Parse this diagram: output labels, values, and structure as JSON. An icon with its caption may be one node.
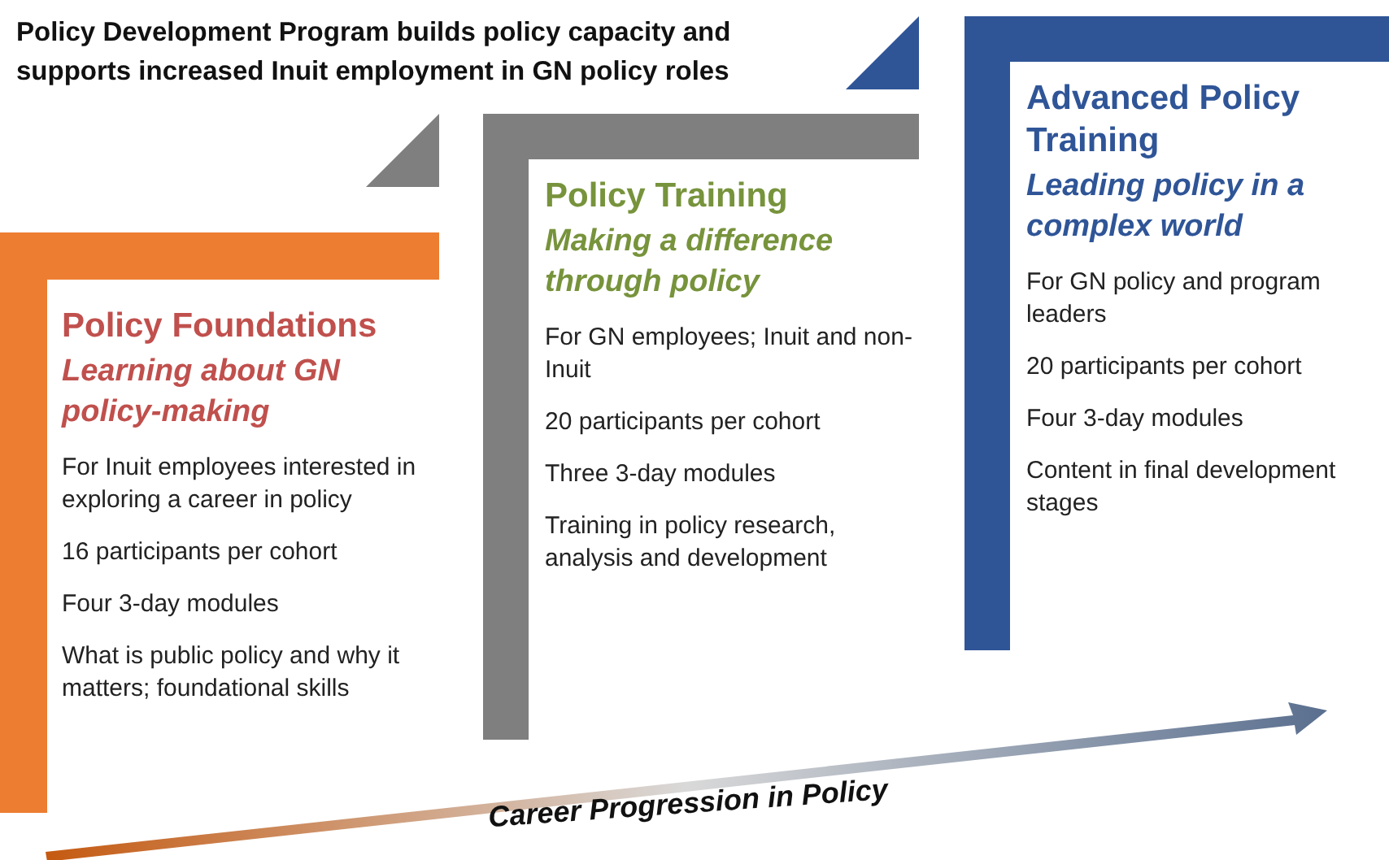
{
  "diagram": {
    "title": "Policy Development Program builds policy capacity and supports increased Inuit employment in GN policy roles",
    "nodes": [
      {
        "text": [
          "Policy Foundations",
          "Learning about GN policy-making",
          "For Inuit employees interested in exploring a career in policy",
          "16 participants per cohort",
          "Four 3-day modules",
          "What is public policy and why it matters; foundational skills"
        ]
      },
      {
        "text": [
          "Policy Training",
          "Making a difference through policy",
          "For GN employees; Inuit and non-Inuit",
          "20 participants per cohort",
          "Three 3-day modules",
          "Training in policy research, analysis and development"
        ]
      },
      {
        "text": [
          "Advanced Policy Training",
          "Leading policy in a complex world",
          "For GN policy and program leaders",
          "20 participants per cohort",
          "Four 3-day modules",
          "Content in final development stages"
        ]
      }
    ],
    "labels": [
      "Career Progression in Policy"
    ]
  }
}
